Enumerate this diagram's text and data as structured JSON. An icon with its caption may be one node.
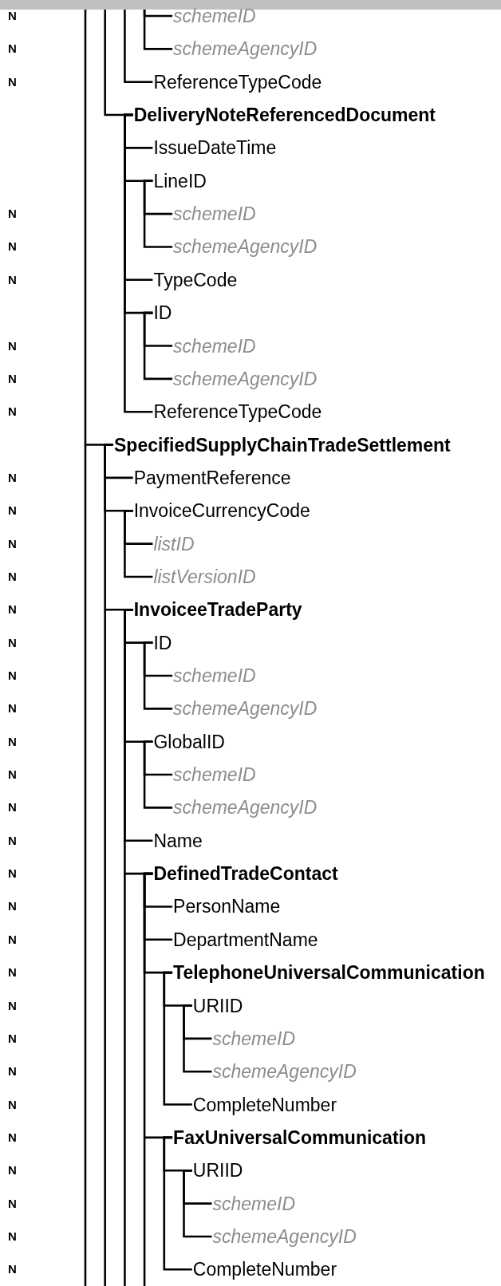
{
  "diagram": {
    "nodes": [
      {
        "text": [
          "schemeID"
        ]
      },
      {
        "text": [
          "schemeAgencyID"
        ]
      },
      {
        "text": [
          "ReferenceTypeCode"
        ]
      },
      {
        "text": [
          "DeliveryNoteReferencedDocument"
        ]
      },
      {
        "text": [
          "IssueDateTime"
        ]
      },
      {
        "text": [
          "LineID"
        ]
      },
      {
        "text": [
          "schemeID"
        ]
      },
      {
        "text": [
          "schemeAgencyID"
        ]
      },
      {
        "text": [
          "TypeCode"
        ]
      },
      {
        "text": [
          "ID"
        ]
      },
      {
        "text": [
          "schemeID"
        ]
      },
      {
        "text": [
          "schemeAgencyID"
        ]
      },
      {
        "text": [
          "ReferenceTypeCode"
        ]
      },
      {
        "text": [
          "SpecifiedSupplyChainTradeSettlement"
        ]
      },
      {
        "text": [
          "PaymentReference"
        ]
      },
      {
        "text": [
          "InvoiceCurrencyCode"
        ]
      },
      {
        "text": [
          "listID"
        ]
      },
      {
        "text": [
          "listVersionID"
        ]
      },
      {
        "text": [
          "InvoiceeTradeParty"
        ]
      },
      {
        "text": [
          "ID"
        ]
      },
      {
        "text": [
          "schemeID"
        ]
      },
      {
        "text": [
          "schemeAgencyID"
        ]
      },
      {
        "text": [
          "GlobalID"
        ]
      },
      {
        "text": [
          "schemeID"
        ]
      },
      {
        "text": [
          "schemeAgencyID"
        ]
      },
      {
        "text": [
          "Name"
        ]
      },
      {
        "text": [
          "DefinedTradeContact"
        ]
      },
      {
        "text": [
          "PersonName"
        ]
      },
      {
        "text": [
          "DepartmentName"
        ]
      },
      {
        "text": [
          "TelephoneUniversalCommunication"
        ]
      },
      {
        "text": [
          "URIID"
        ]
      },
      {
        "text": [
          "schemeID"
        ]
      },
      {
        "text": [
          "schemeAgencyID"
        ]
      },
      {
        "text": [
          "CompleteNumber"
        ]
      },
      {
        "text": [
          "FaxUniversalCommunication"
        ]
      },
      {
        "text": [
          "URIID"
        ]
      },
      {
        "text": [
          "schemeID"
        ]
      },
      {
        "text": [
          "schemeAgencyID"
        ]
      },
      {
        "text": [
          "CompleteNumber"
        ]
      }
    ],
    "edges": [
      {
        "from": null,
        "to": 0,
        "arrow": "none"
      },
      {
        "from": null,
        "to": 1,
        "arrow": "none"
      },
      {
        "from": null,
        "to": 2,
        "arrow": "none"
      },
      {
        "from": null,
        "to": 3,
        "arrow": "none"
      },
      {
        "from": 3,
        "to": 4,
        "arrow": "none"
      },
      {
        "from": 3,
        "to": 5,
        "arrow": "none"
      },
      {
        "from": 5,
        "to": 6,
        "arrow": "none"
      },
      {
        "from": 5,
        "to": 7,
        "arrow": "none"
      },
      {
        "from": 3,
        "to": 8,
        "arrow": "none"
      },
      {
        "from": 3,
        "to": 9,
        "arrow": "none"
      },
      {
        "from": 9,
        "to": 10,
        "arrow": "none"
      },
      {
        "from": 9,
        "to": 11,
        "arrow": "none"
      },
      {
        "from": 3,
        "to": 12,
        "arrow": "none"
      },
      {
        "from": null,
        "to": 13,
        "arrow": "none"
      },
      {
        "from": 13,
        "to": 14,
        "arrow": "none"
      },
      {
        "from": 13,
        "to": 15,
        "arrow": "none"
      },
      {
        "from": 15,
        "to": 16,
        "arrow": "none"
      },
      {
        "from": 15,
        "to": 17,
        "arrow": "none"
      },
      {
        "from": 13,
        "to": 18,
        "arrow": "none"
      },
      {
        "from": 18,
        "to": 19,
        "arrow": "none"
      },
      {
        "from": 19,
        "to": 20,
        "arrow": "none"
      },
      {
        "from": 19,
        "to": 21,
        "arrow": "none"
      },
      {
        "from": 18,
        "to": 22,
        "arrow": "none"
      },
      {
        "from": 22,
        "to": 23,
        "arrow": "none"
      },
      {
        "from": 22,
        "to": 24,
        "arrow": "none"
      },
      {
        "from": 18,
        "to": 25,
        "arrow": "none"
      },
      {
        "from": 18,
        "to": 26,
        "arrow": "none"
      },
      {
        "from": 26,
        "to": 27,
        "arrow": "none"
      },
      {
        "from": 26,
        "to": 28,
        "arrow": "none"
      },
      {
        "from": 26,
        "to": 29,
        "arrow": "none"
      },
      {
        "from": 29,
        "to": 30,
        "arrow": "none"
      },
      {
        "from": 30,
        "to": 31,
        "arrow": "none"
      },
      {
        "from": 30,
        "to": 32,
        "arrow": "none"
      },
      {
        "from": 29,
        "to": 33,
        "arrow": "none"
      },
      {
        "from": 26,
        "to": 34,
        "arrow": "none"
      },
      {
        "from": 34,
        "to": 35,
        "arrow": "none"
      },
      {
        "from": 35,
        "to": 36,
        "arrow": "none"
      },
      {
        "from": 35,
        "to": 37,
        "arrow": "none"
      },
      {
        "from": 34,
        "to": 38,
        "arrow": "none"
      }
    ],
    "labels": [
      "N",
      "N",
      "N",
      "N",
      "N",
      "N",
      "N",
      "N",
      "N",
      "N",
      "N",
      "N",
      "N",
      "N",
      "N",
      "N",
      "N",
      "N",
      "N",
      "N",
      "N",
      "N",
      "N",
      "N",
      "N",
      "N",
      "N",
      "N",
      "N",
      "N",
      "N",
      "N",
      "N",
      "N"
    ]
  }
}
